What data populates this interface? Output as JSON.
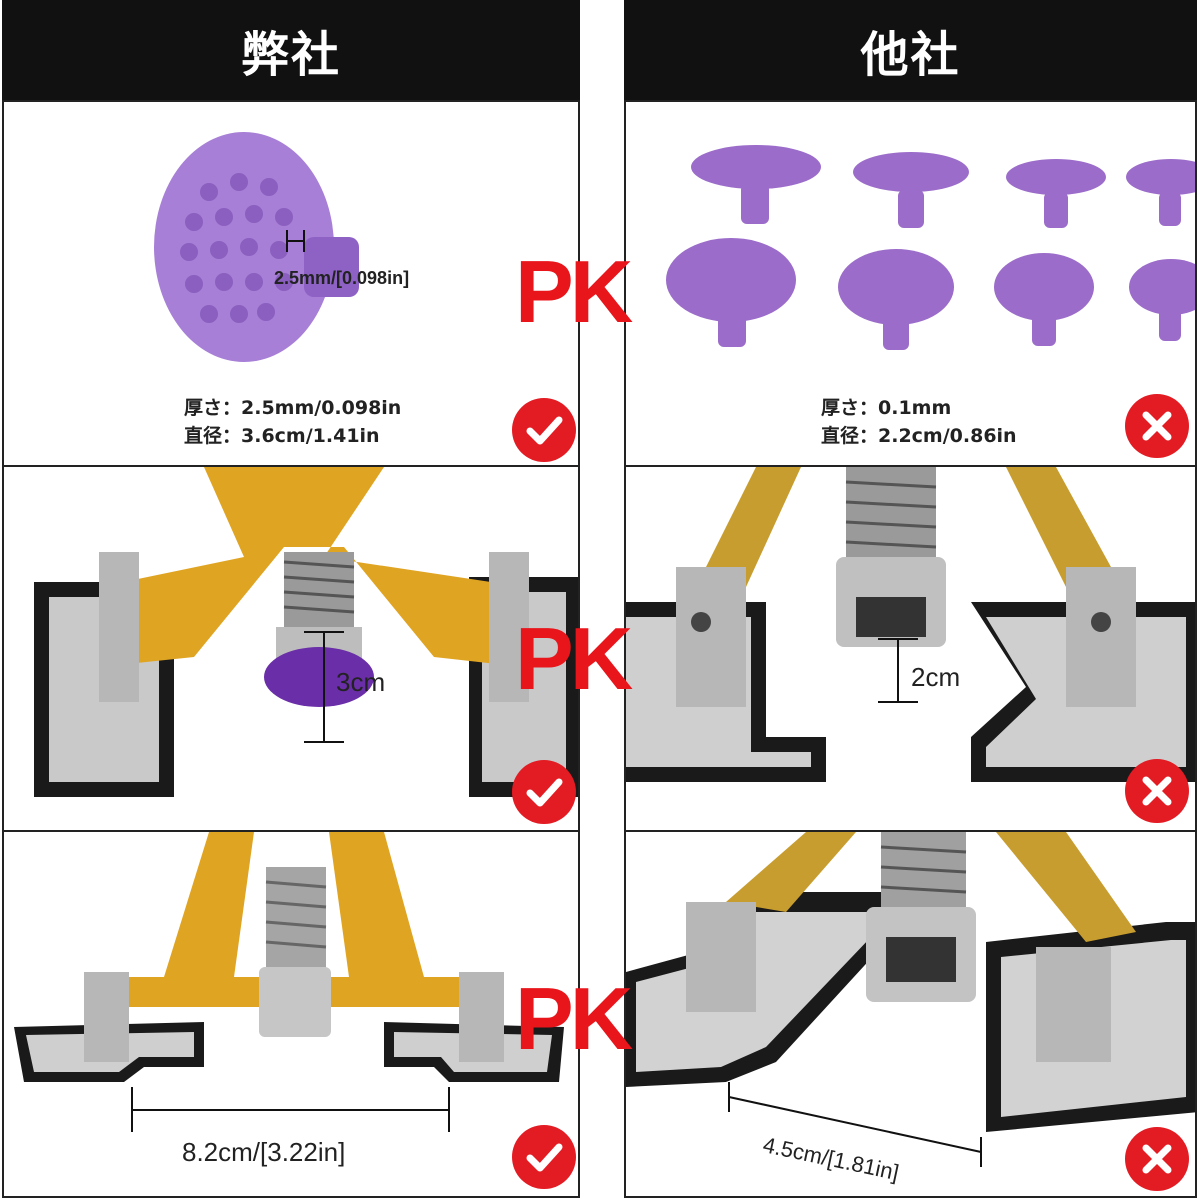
{
  "headers": {
    "ours": "弊社",
    "others": "他社"
  },
  "panel1_ours": {
    "thickness_label": "厚さ：2.5mm/0.098in",
    "diameter_label": "直径：3.6cm/1.41in",
    "dimension": "2.5mm/[0.098in]"
  },
  "panel1_others": {
    "thickness_label": "厚さ：0.1mm",
    "diameter_label": "直径：2.2cm/0.86in"
  },
  "panel2_ours": {
    "dimension": "3cm"
  },
  "panel2_others": {
    "dimension": "2cm"
  },
  "panel3_ours": {
    "dimension": "8.2cm/[3.22in]"
  },
  "panel3_others": {
    "dimension": "4.5cm/[1.81in]"
  },
  "watermark": "PK",
  "colors": {
    "good": "#e31b23",
    "bad": "#e31b23",
    "pad": "#9b6cc9",
    "gold": "#e0a423",
    "header": "#111111"
  },
  "icons": {
    "good": "check-icon",
    "bad": "cross-icon"
  }
}
